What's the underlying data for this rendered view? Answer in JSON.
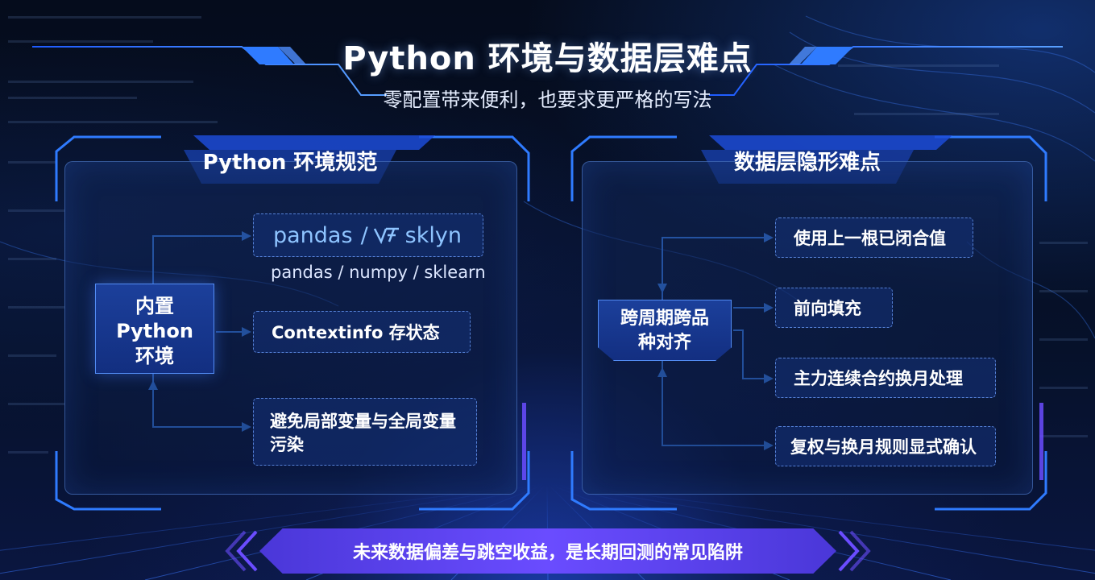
{
  "header": {
    "title": "Python 环境与数据层难点",
    "subtitle": "零配置带来便利，也要求更严格的写法"
  },
  "left_panel": {
    "title": "Python 环境规范",
    "hub": {
      "line1": "内置",
      "line2": "Python",
      "line3": "环境"
    },
    "logos": {
      "pandas": "pandas",
      "sep": "/",
      "sklearn": "sklyn"
    },
    "logos_caption": "pandas / numpy / sklearn",
    "items": [
      {
        "label": "Contextinfo 存状态"
      },
      {
        "line1": "避免局部变量与全局变量",
        "line2": "污染"
      }
    ]
  },
  "right_panel": {
    "title": "数据层隐形难点",
    "hub": {
      "line1": "跨周期跨品",
      "line2": "种对齐"
    },
    "items": [
      {
        "label": "使用上一根已闭合值"
      },
      {
        "label": "前向填充"
      },
      {
        "label": "主力连续合约换月处理"
      },
      {
        "label": "复权与换月规则显式确认"
      }
    ]
  },
  "footer": {
    "banner": "未来数据偏差与跳空收益，是长期回测的常见陷阱"
  },
  "colors": {
    "accent": "#2f7bff",
    "banner": "#5b43f0",
    "background": "#050c1c"
  }
}
